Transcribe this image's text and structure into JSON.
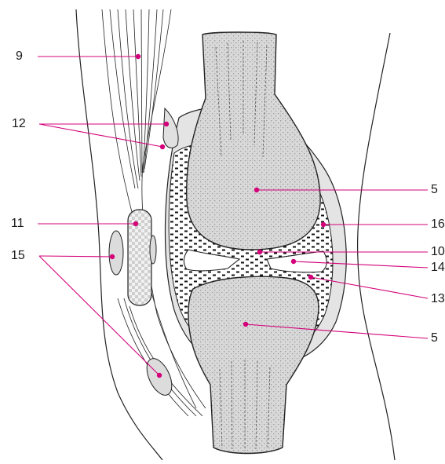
{
  "diagram": {
    "accent_color": "#d4007a",
    "labels": {
      "l9": "9",
      "l12": "12",
      "l11": "11",
      "l15": "15",
      "l5a": "5",
      "l16": "16",
      "l10": "10",
      "l14": "14",
      "l13": "13",
      "l5b": "5"
    }
  }
}
